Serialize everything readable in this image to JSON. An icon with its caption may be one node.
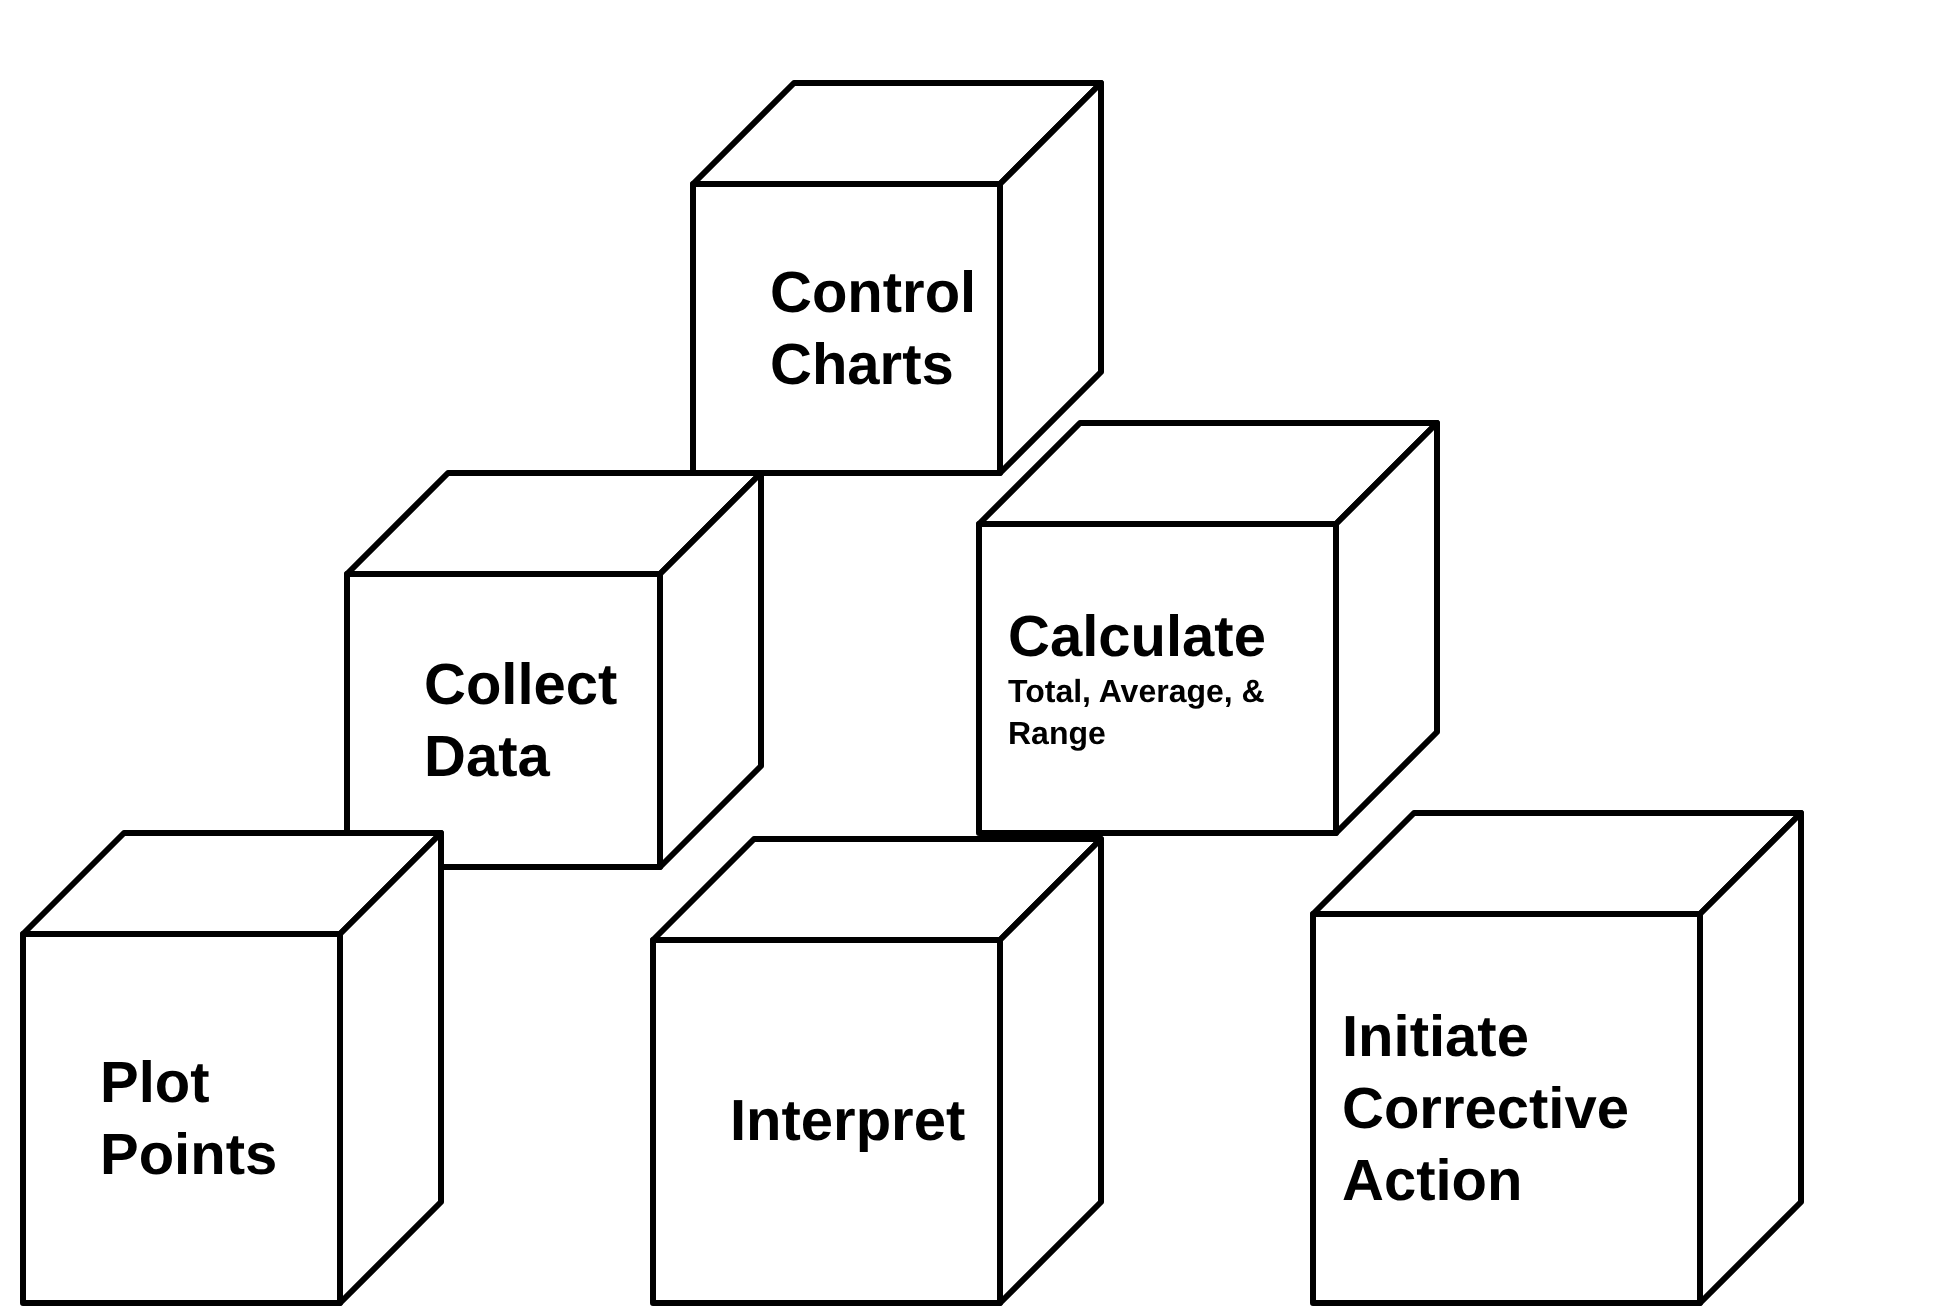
{
  "diagram": {
    "nodes": [
      {
        "text": [
          "Control Charts"
        ]
      },
      {
        "text": [
          "Collect Data"
        ]
      },
      {
        "text": [
          "Calculate",
          "Total, Average, & Range"
        ]
      },
      {
        "text": [
          "Plot Points"
        ]
      },
      {
        "text": [
          "Interpret"
        ]
      },
      {
        "text": [
          "Initiate Corrective Action"
        ]
      }
    ]
  }
}
